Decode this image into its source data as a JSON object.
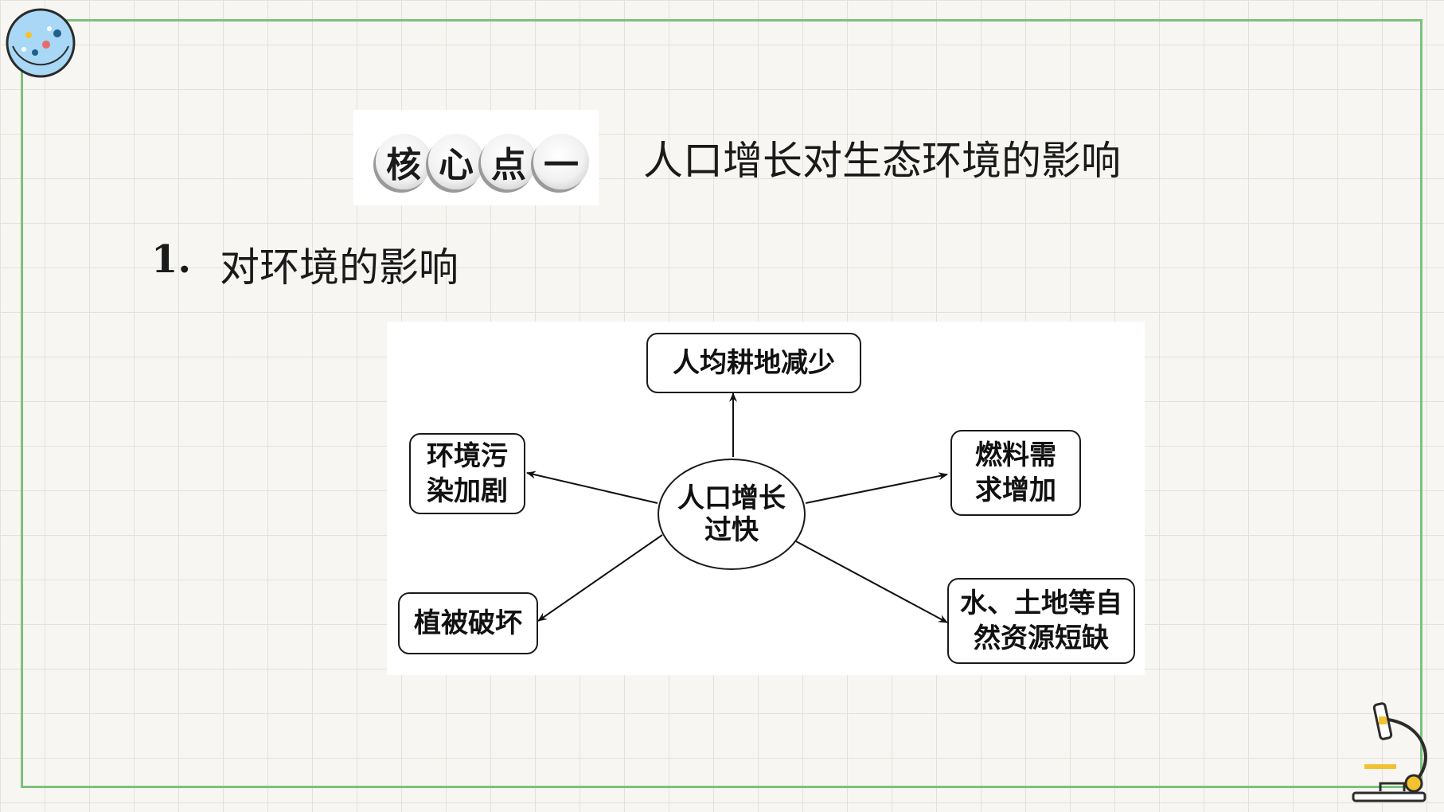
{
  "header": {
    "kp_chars": [
      "核",
      "心",
      "点",
      "一"
    ],
    "title": "人口增长对生态环境的影响"
  },
  "section": {
    "number": "1.",
    "heading": "对环境的影响"
  },
  "diagram": {
    "center": "人口增长\n过快",
    "nodes": {
      "top": "人均耕地减少",
      "left_upper": "环境污\n染加剧",
      "right_upper": "燃料需\n求增加",
      "left_lower": "植被破坏",
      "right_lower": "水、土地等自\n然资源短缺"
    }
  },
  "colors": {
    "frame": "#7cc27a",
    "badge": "#a8d8f5",
    "microscope_accent": "#f2c230"
  }
}
